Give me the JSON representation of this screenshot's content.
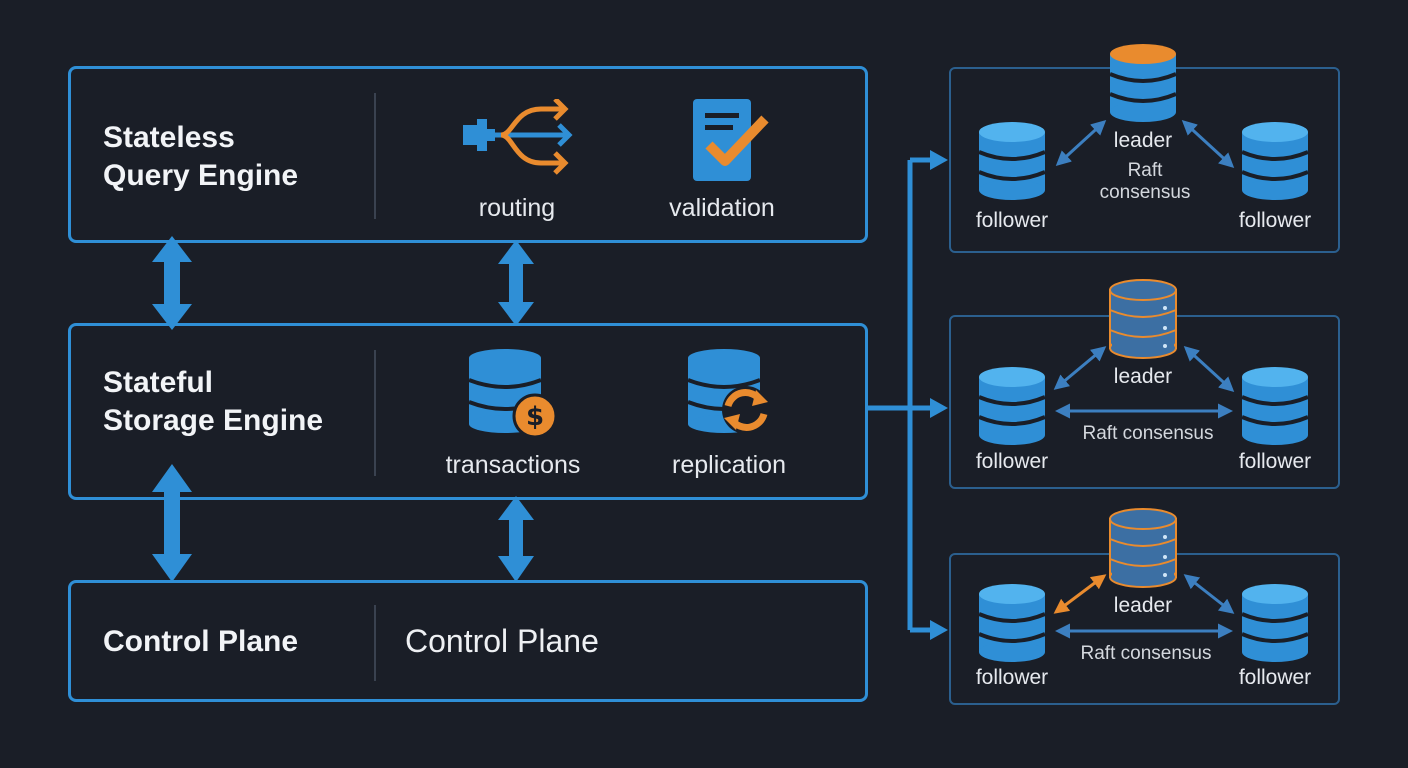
{
  "layers": {
    "query": {
      "title_line1": "Stateless",
      "title_line2": "Query Engine",
      "components": [
        {
          "label": "routing",
          "icon": "routing-icon"
        },
        {
          "label": "validation",
          "icon": "validation-checklist-icon"
        }
      ]
    },
    "storage": {
      "title_line1": "Stateful",
      "title_line2": "Storage Engine",
      "components": [
        {
          "label": "transactions",
          "icon": "database-dollar-icon"
        },
        {
          "label": "replication",
          "icon": "database-sync-icon"
        }
      ]
    },
    "control": {
      "title": "Control Plane",
      "content": "Control Plane"
    }
  },
  "clusters": [
    {
      "leader": "leader",
      "follower_left": "follower",
      "follower_right": "follower",
      "consensus": "Raft consensus"
    },
    {
      "leader": "leader",
      "follower_left": "follower",
      "follower_right": "follower",
      "consensus": "Raft consensus"
    },
    {
      "leader": "leader",
      "follower_left": "follower",
      "follower_right": "follower",
      "consensus": "Raft consensus"
    }
  ],
  "colors": {
    "background": "#1a1e27",
    "primary_blue": "#2f8fd6",
    "accent_orange": "#e98b2e",
    "cluster_border": "#2b5f8e",
    "text": "#f2f4f7"
  }
}
